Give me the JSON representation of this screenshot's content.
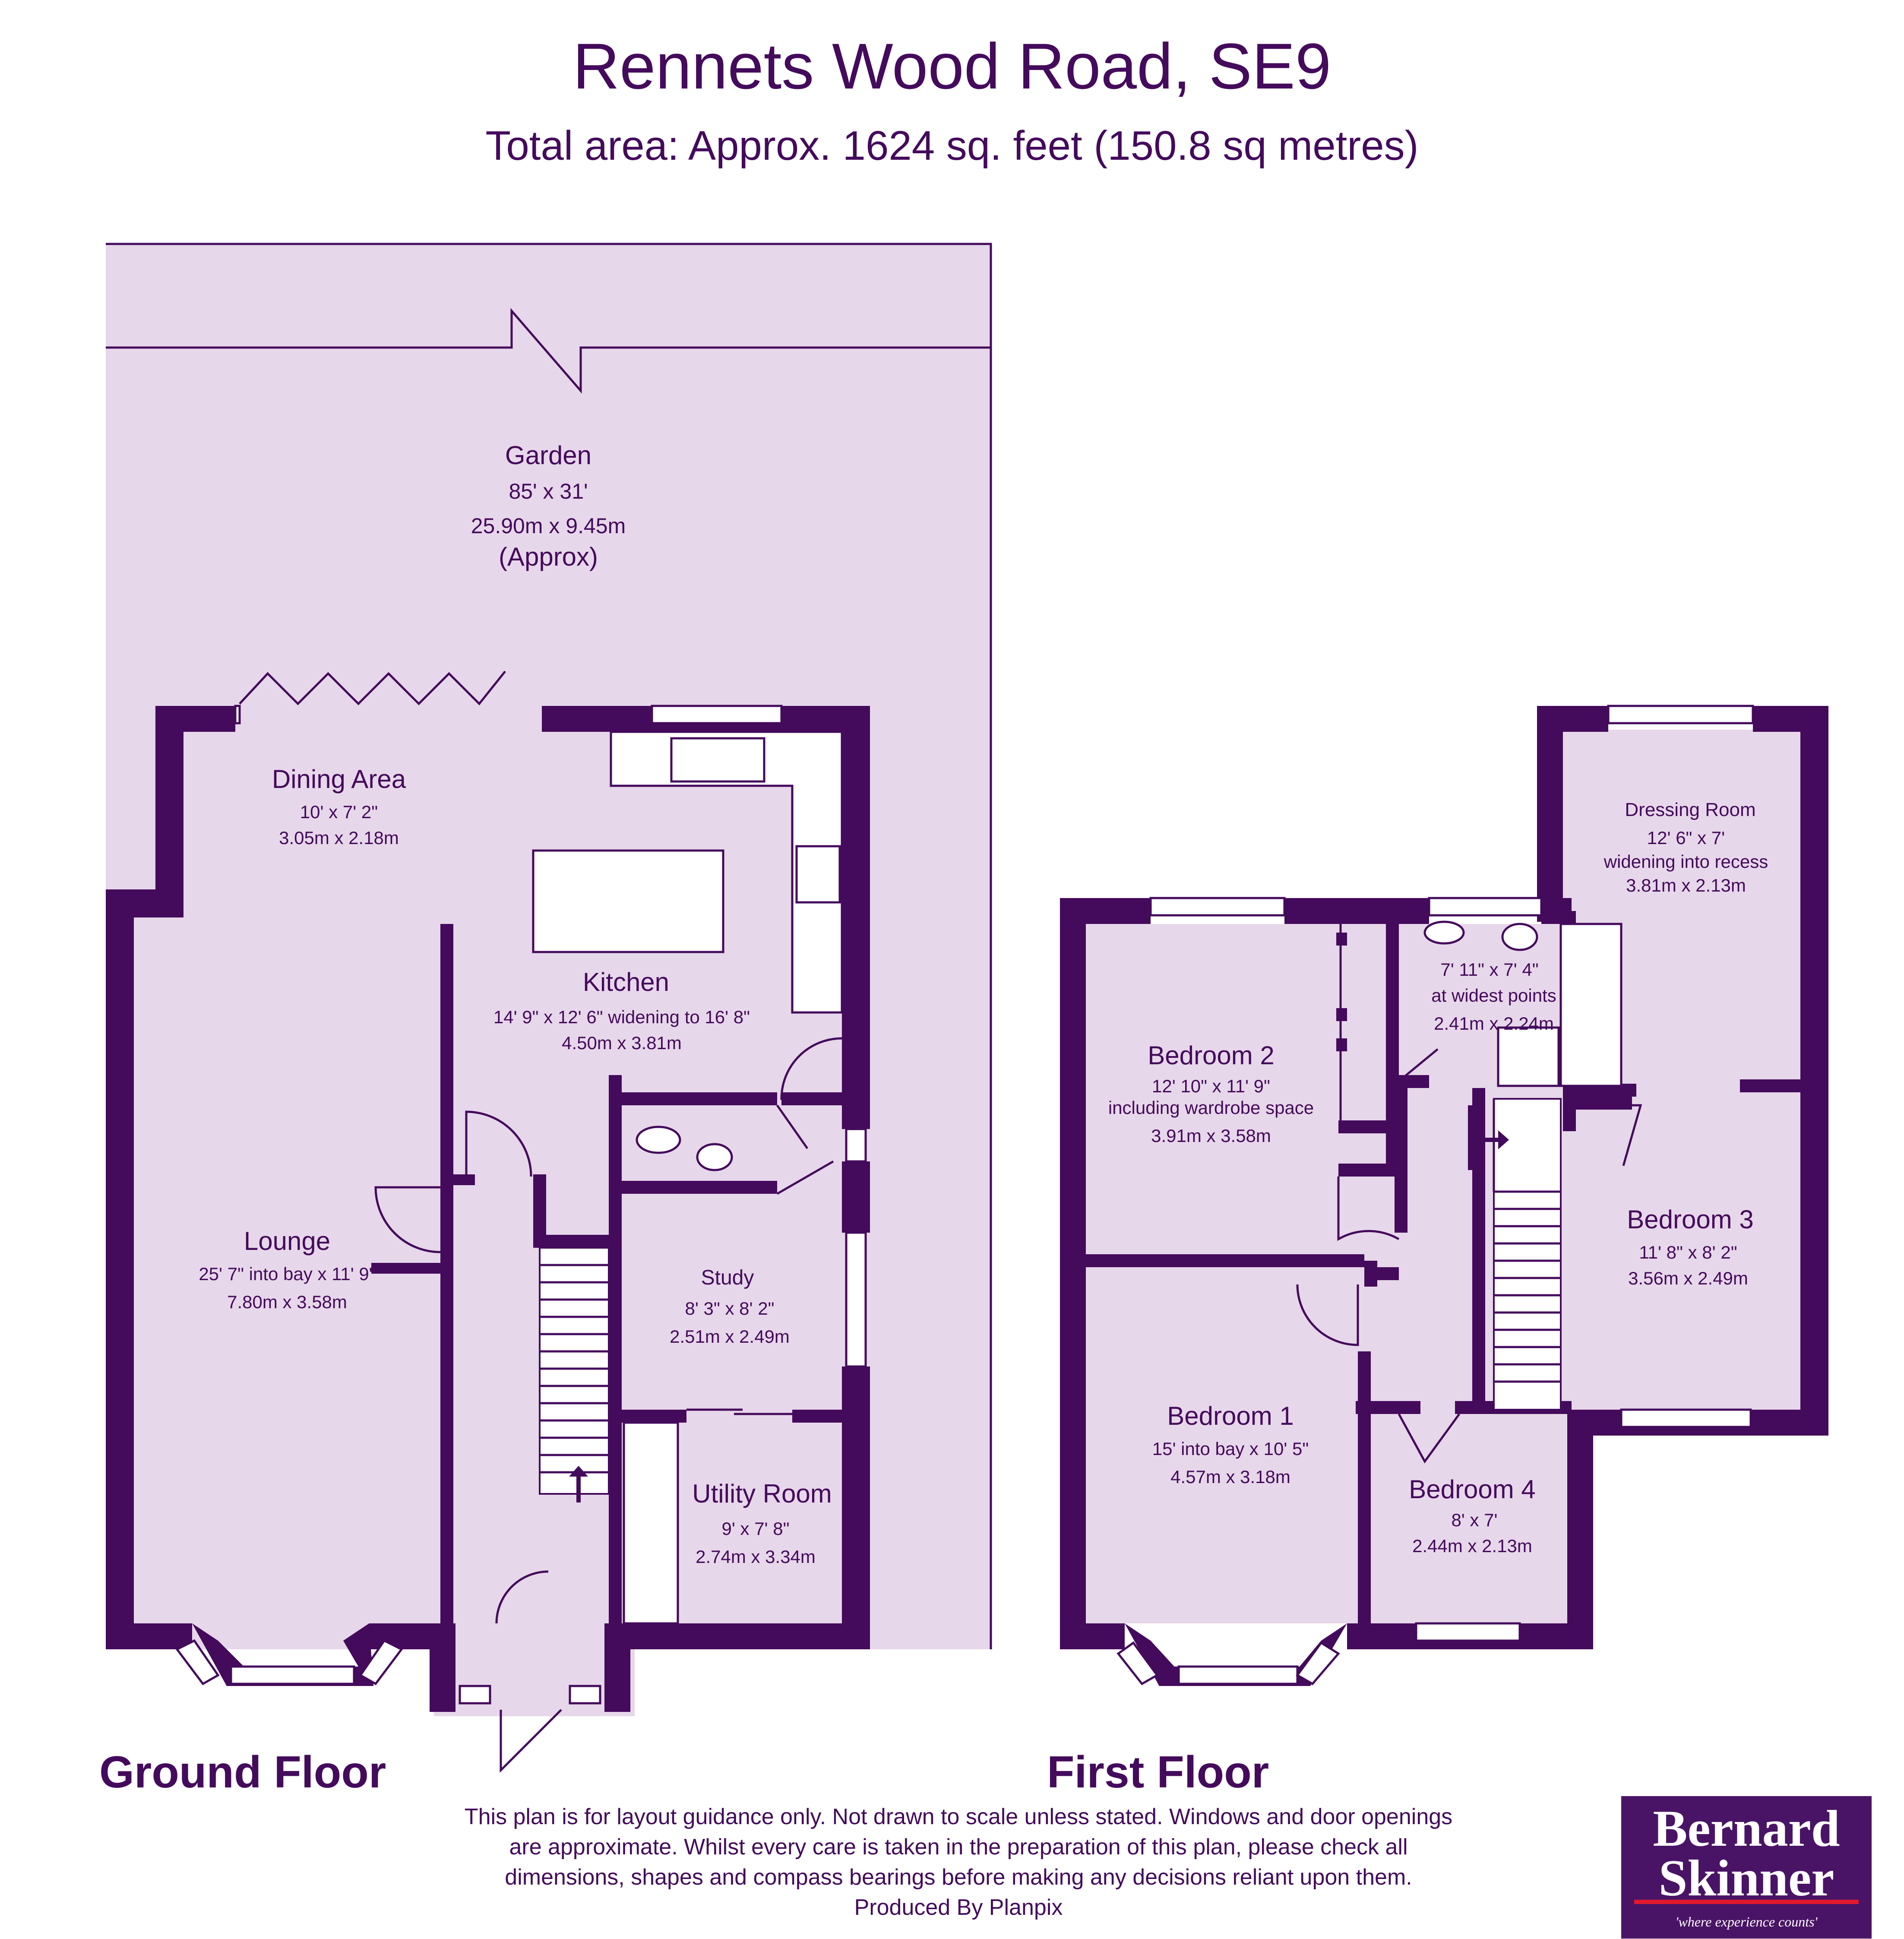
{
  "header": {
    "title": "Rennets Wood Road, SE9",
    "subtitle": "Total area: Approx. 1624 sq. feet (150.8 sq metres)"
  },
  "ground_floor": {
    "label": "Ground Floor",
    "rooms": {
      "garden": {
        "name": "Garden",
        "imperial": "85' x 31'",
        "metric": "25.90m x 9.45m",
        "note": "(Approx)"
      },
      "dining": {
        "name": "Dining Area",
        "imperial": "10' x 7' 2\"",
        "metric": "3.05m x 2.18m"
      },
      "kitchen": {
        "name": "Kitchen",
        "imperial": "14' 9\" x 12' 6\" widening to 16' 8\"",
        "metric": "4.50m x 3.81m"
      },
      "lounge": {
        "name": "Lounge",
        "imperial": "25' 7\" into bay x 11' 9\"",
        "metric": "7.80m x 3.58m"
      },
      "study": {
        "name": "Study",
        "imperial": "8' 3\" x 8' 2\"",
        "metric": "2.51m x 2.49m"
      },
      "utility": {
        "name": "Utility Room",
        "imperial": "9' x 7' 8\"",
        "metric": "2.74m x 3.34m"
      }
    }
  },
  "first_floor": {
    "label": "First Floor",
    "rooms": {
      "dressing": {
        "name": "Dressing Room",
        "imperial": "12' 6\" x 7'",
        "note": "widening into recess",
        "metric": "3.81m x 2.13m"
      },
      "bathroom": {
        "imperial": "7' 11\" x 7' 4\"",
        "note": "at widest points",
        "metric": "2.41m x 2.24m"
      },
      "bedroom2": {
        "name": "Bedroom 2",
        "imperial": "12' 10\" x 11' 9\"",
        "note": "including wardrobe space",
        "metric": "3.91m x 3.58m"
      },
      "bedroom3": {
        "name": "Bedroom 3",
        "imperial": "11' 8\" x 8' 2\"",
        "metric": "3.56m x 2.49m"
      },
      "bedroom1": {
        "name": "Bedroom 1",
        "imperial": "15' into bay x 10' 5\"",
        "metric": "4.57m x 3.18m"
      },
      "bedroom4": {
        "name": "Bedroom 4",
        "imperial": "8' x 7'",
        "metric": "2.44m x 2.13m"
      }
    }
  },
  "disclaimer": {
    "line1": "This plan is for layout guidance only. Not drawn to scale unless stated. Windows and door openings",
    "line2": "are approximate. Whilst every care is taken in the preparation of this plan, please check all",
    "line3": "dimensions, shapes and compass bearings before making any decisions reliant upon them.",
    "line4": "Produced By Planpix"
  },
  "logo": {
    "line1": "Bernard",
    "line2": "Skinner",
    "tagline": "'where experience counts'"
  },
  "colors": {
    "walls": "#440a5c",
    "room_fill": "#e7d7ea",
    "logo_bg": "#4a1466",
    "logo_stripe": "#e0192d"
  }
}
